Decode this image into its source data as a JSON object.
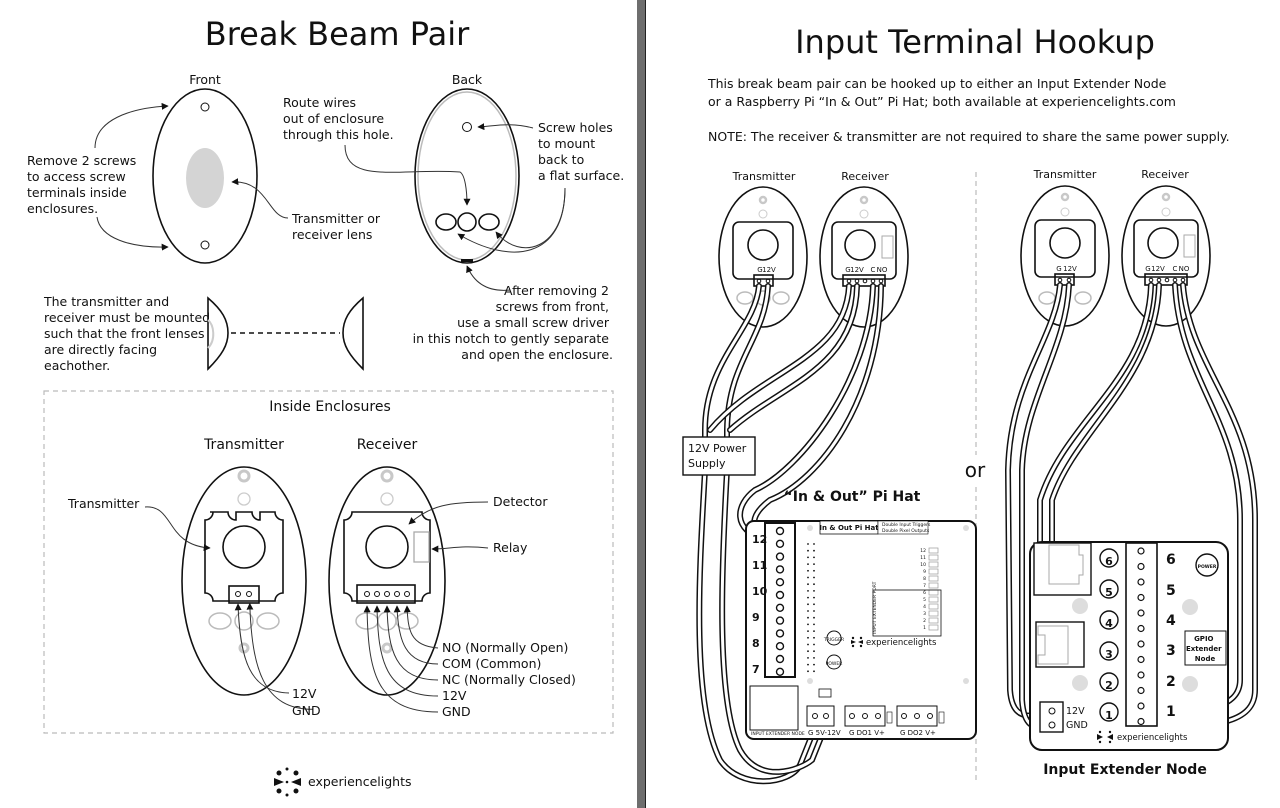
{
  "left_page": {
    "title": "Break Beam Pair",
    "front_label": "Front",
    "back_label": "Back",
    "remove_screws_note": [
      "Remove 2 screws",
      "to access screw",
      "terminals inside",
      "enclosures."
    ],
    "lens_note": [
      "Transmitter or",
      "receiver lens"
    ],
    "route_wires_note": [
      "Route wires",
      "out of enclosure",
      "through this hole."
    ],
    "screw_holes_note": [
      "Screw holes",
      "to mount",
      "back to",
      "a flat surface."
    ],
    "notch_note": [
      "After removing 2",
      "screws from front,",
      "use a small screw driver",
      "in this notch to gently separate",
      "and open the enclosure."
    ],
    "mounting_note": [
      "The transmitter and",
      "receiver must be mounted",
      "such that the front lenses",
      "are directly facing",
      "eachother."
    ],
    "inside": {
      "title": "Inside Enclosures",
      "transmitter_heading": "Transmitter",
      "receiver_heading": "Receiver",
      "transmitter_callout": "Transmitter",
      "detector_callout": "Detector",
      "relay_callout": "Relay",
      "transmitter_terminals": [
        "12V",
        "GND"
      ],
      "receiver_terminals": [
        "NO (Normally Open)",
        "COM (Common)",
        "NC (Normally Closed)",
        "12V",
        "GND"
      ]
    },
    "logo_text": "experiencelights"
  },
  "right_page": {
    "title": "Input Terminal Hookup",
    "intro": [
      "This break beam pair can be hooked up to either an Input Extender Node",
      "or a Raspberry Pi “In & Out” Pi Hat; both available at experiencelights.com"
    ],
    "note": "NOTE: The receiver & transmitter are not required to share the same power supply.",
    "left_option": {
      "transmitter_label": "Transmitter",
      "receiver_label": "Receiver",
      "tx_pins": [
        "G",
        "12V"
      ],
      "rx_pins": [
        "G",
        "12V",
        "C",
        "NO"
      ],
      "power_supply": [
        "12V Power",
        "Supply"
      ],
      "board_title": "“In & Out” Pi Hat",
      "board_name": "In & Out Pi Hat",
      "board_subtitle": [
        "Double Input Triggers",
        "Double Pixel Outputs"
      ],
      "input_numbers": [
        "12",
        "11",
        "10",
        "9",
        "8",
        "7"
      ],
      "led_numbers": [
        "12",
        "11",
        "10",
        "9",
        "8",
        "7",
        "6",
        "5",
        "4",
        "3",
        "2",
        "1"
      ],
      "side_header_label": "INPUT EXTENDER PORT",
      "buttons": [
        "TRIGGER",
        "POWER"
      ],
      "logo_text": "experiencelights",
      "port_label": "INPUT EXTENDER NODE",
      "bottom_terminals": [
        "G  5V-12V",
        "G  DO1  V+",
        "G  DO2  V+"
      ]
    },
    "or_label": "or",
    "right_option": {
      "transmitter_label": "Transmitter",
      "receiver_label": "Receiver",
      "tx_pins": [
        "G",
        "12V"
      ],
      "rx_pins": [
        "G",
        "12V",
        "C",
        "NO"
      ],
      "button_numbers": [
        "6",
        "5",
        "4",
        "3",
        "2",
        "1"
      ],
      "input_numbers": [
        "6",
        "5",
        "4",
        "3",
        "2",
        "1"
      ],
      "power_button": "POWER",
      "board_label": [
        "GPIO",
        "Extender",
        "Node"
      ],
      "power_terminals": [
        "12V",
        "GND"
      ],
      "logo_text": "experiencelights",
      "caption": "Input Extender Node"
    }
  }
}
